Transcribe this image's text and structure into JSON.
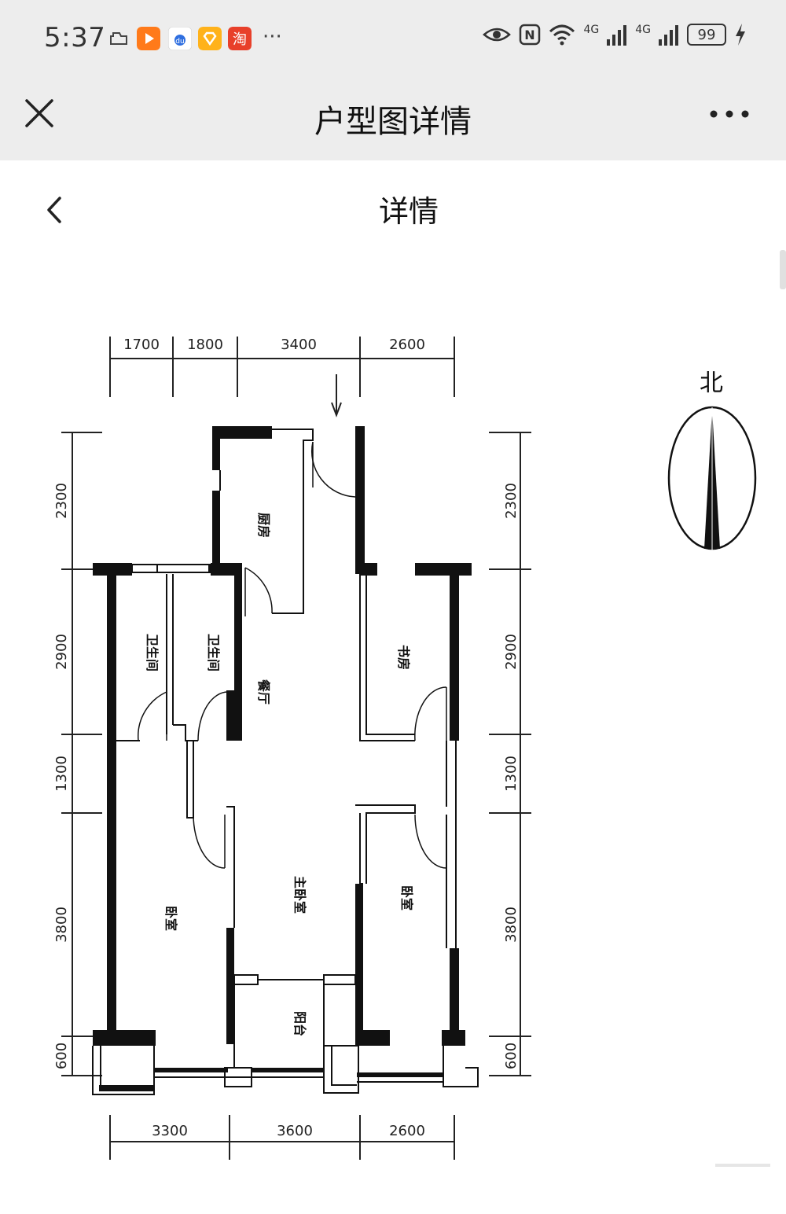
{
  "status_bar": {
    "time": "5:37",
    "overflow": "···",
    "signal_1": "4G",
    "signal_2": "4G",
    "battery": "99",
    "app_icons": [
      "cloud-icon",
      "video-app-icon",
      "baidu-icon",
      "diamond-app-icon",
      "taobao-icon"
    ],
    "baidu_text": "du",
    "taobao_text": "淘",
    "nfc_text": "N"
  },
  "titlebar": {
    "title": "户型图详情"
  },
  "subheader": {
    "title": "详情"
  },
  "floorplan": {
    "top_dims": [
      "1700",
      "1800",
      "3400",
      "2600"
    ],
    "bottom_dims": [
      "3300",
      "3600",
      "2600"
    ],
    "left_dims": [
      "2300",
      "2900",
      "1300",
      "3800",
      "600"
    ],
    "right_dims": [
      "2300",
      "2900",
      "1300",
      "3800",
      "600"
    ],
    "rooms": {
      "kitchen": "厨房",
      "bath_1": "卫生间",
      "bath_2": "卫生间",
      "dining": "餐厅",
      "study": "书房",
      "bedroom_left": "卧室",
      "master_bedroom": "主卧室",
      "bedroom_right": "卧室",
      "balcony": "阳台"
    },
    "compass": "北"
  },
  "colors": {
    "bar_bg": "#ededed",
    "wall": "#111111"
  }
}
